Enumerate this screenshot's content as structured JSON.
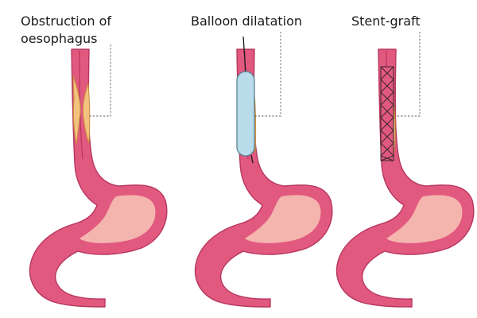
{
  "panels": [
    {
      "title_line1": "Obstruction of",
      "title_line2": "oesophagus"
    },
    {
      "title_line1": "Balloon dilatation",
      "title_line2": ""
    },
    {
      "title_line1": "Stent-graft",
      "title_line2": ""
    }
  ],
  "colors": {
    "organ_wall": "#e2597f",
    "organ_outline": "#b6365e",
    "lumen": "#f4b5ae",
    "tumor": "#f2c27e",
    "balloon": "#b9dcea",
    "stent_mesh": "#3a2530",
    "label_text": "#1a1a1a",
    "leader_line": "#555555"
  },
  "icons": [
    "oesophagus-stomach-illustration",
    "tumor-shape",
    "balloon-catheter",
    "guide-wire",
    "stent-mesh"
  ]
}
